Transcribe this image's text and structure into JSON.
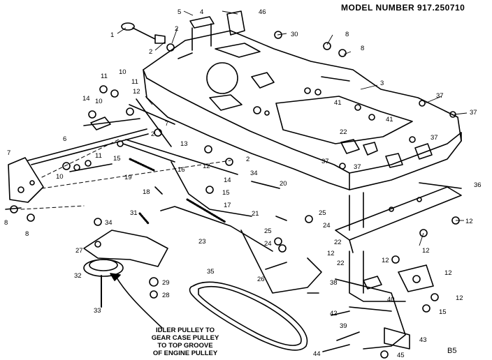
{
  "model_number": "MODEL NUMBER 917.250710",
  "note_lines": [
    "IDLER PULLEY TO",
    "GEAR CASE PULLEY",
    "TO TOP GROOVE",
    "OF ENGINE PULLEY"
  ],
  "page_code": "B5",
  "callouts": [
    {
      "id": "c1",
      "label": "1"
    },
    {
      "id": "c2a",
      "label": "2"
    },
    {
      "id": "c2b",
      "label": "2"
    },
    {
      "id": "c2c",
      "label": "2"
    },
    {
      "id": "c2d",
      "label": "2"
    },
    {
      "id": "c3",
      "label": "3"
    },
    {
      "id": "c4",
      "label": "4"
    },
    {
      "id": "c5",
      "label": "5"
    },
    {
      "id": "c6",
      "label": "6"
    },
    {
      "id": "c7a",
      "label": "7"
    },
    {
      "id": "c7b",
      "label": "7"
    },
    {
      "id": "c8a",
      "label": "8"
    },
    {
      "id": "c8b",
      "label": "8"
    },
    {
      "id": "c8c",
      "label": "8"
    },
    {
      "id": "c8d",
      "label": "8"
    },
    {
      "id": "c10a",
      "label": "10"
    },
    {
      "id": "c10b",
      "label": "10"
    },
    {
      "id": "c10c",
      "label": "10"
    },
    {
      "id": "c11a",
      "label": "11"
    },
    {
      "id": "c11b",
      "label": "11"
    },
    {
      "id": "c11c",
      "label": "11"
    },
    {
      "id": "c12a",
      "label": "12"
    },
    {
      "id": "c12b",
      "label": "12"
    },
    {
      "id": "c12c",
      "label": "12"
    },
    {
      "id": "c12d",
      "label": "12"
    },
    {
      "id": "c12e",
      "label": "12"
    },
    {
      "id": "c12f",
      "label": "12"
    },
    {
      "id": "c12g",
      "label": "12"
    },
    {
      "id": "c12h",
      "label": "12"
    },
    {
      "id": "c13",
      "label": "13"
    },
    {
      "id": "c14a",
      "label": "14"
    },
    {
      "id": "c14b",
      "label": "14"
    },
    {
      "id": "c15a",
      "label": "15"
    },
    {
      "id": "c15b",
      "label": "15"
    },
    {
      "id": "c15c",
      "label": "15"
    },
    {
      "id": "c16",
      "label": "16"
    },
    {
      "id": "c17",
      "label": "17"
    },
    {
      "id": "c18",
      "label": "18"
    },
    {
      "id": "c19",
      "label": "19"
    },
    {
      "id": "c20",
      "label": "20"
    },
    {
      "id": "c21",
      "label": "21"
    },
    {
      "id": "c22a",
      "label": "22"
    },
    {
      "id": "c22b",
      "label": "22"
    },
    {
      "id": "c22c",
      "label": "22"
    },
    {
      "id": "c23",
      "label": "23"
    },
    {
      "id": "c24a",
      "label": "24"
    },
    {
      "id": "c24b",
      "label": "24"
    },
    {
      "id": "c25a",
      "label": "25"
    },
    {
      "id": "c25b",
      "label": "25"
    },
    {
      "id": "c26",
      "label": "26"
    },
    {
      "id": "c27",
      "label": "27"
    },
    {
      "id": "c28",
      "label": "28"
    },
    {
      "id": "c29",
      "label": "29"
    },
    {
      "id": "c30",
      "label": "30"
    },
    {
      "id": "c31",
      "label": "31"
    },
    {
      "id": "c32",
      "label": "32"
    },
    {
      "id": "c33",
      "label": "33"
    },
    {
      "id": "c34a",
      "label": "34"
    },
    {
      "id": "c34b",
      "label": "34"
    },
    {
      "id": "c35",
      "label": "35"
    },
    {
      "id": "c36",
      "label": "36"
    },
    {
      "id": "c37a",
      "label": "37"
    },
    {
      "id": "c37b",
      "label": "37"
    },
    {
      "id": "c37c",
      "label": "37"
    },
    {
      "id": "c37d",
      "label": "37"
    },
    {
      "id": "c37e",
      "label": "37"
    },
    {
      "id": "c38",
      "label": "38"
    },
    {
      "id": "c39",
      "label": "39"
    },
    {
      "id": "c40",
      "label": "40"
    },
    {
      "id": "c41a",
      "label": "41"
    },
    {
      "id": "c41b",
      "label": "41"
    },
    {
      "id": "c42",
      "label": "42"
    },
    {
      "id": "c43",
      "label": "43"
    },
    {
      "id": "c44",
      "label": "44"
    },
    {
      "id": "c45",
      "label": "45"
    },
    {
      "id": "c46",
      "label": "46"
    }
  ]
}
